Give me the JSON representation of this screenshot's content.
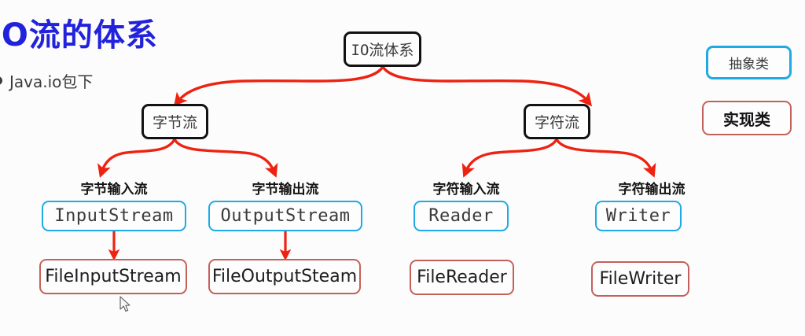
{
  "slide": {
    "title": "IO流的体系",
    "bullet": "Java.io包下",
    "title_color": "#2222dd"
  },
  "colors": {
    "arrow_red": "#ee2211",
    "abstract_border": "#1eaae4",
    "concrete_border": "#c4605c",
    "node_border": "#121212"
  },
  "diagram": {
    "root": {
      "label": "IO流体系"
    },
    "branches": [
      {
        "label": "字节流"
      },
      {
        "label": "字符流"
      }
    ],
    "captions": [
      {
        "label": "字节输入流"
      },
      {
        "label": "字节输出流"
      },
      {
        "label": "字符输入流"
      },
      {
        "label": "字符输出流"
      }
    ],
    "abstract_classes": [
      {
        "label": "InputStream"
      },
      {
        "label": "OutputStream"
      },
      {
        "label": "Reader"
      },
      {
        "label": "Writer"
      }
    ],
    "concrete_classes": [
      {
        "label": "FileInputStream"
      },
      {
        "label": "FileOutputSteam"
      },
      {
        "label": "FileReader"
      },
      {
        "label": "FileWriter"
      }
    ]
  },
  "legend": {
    "abstract": "抽象类",
    "concrete": "实现类"
  }
}
